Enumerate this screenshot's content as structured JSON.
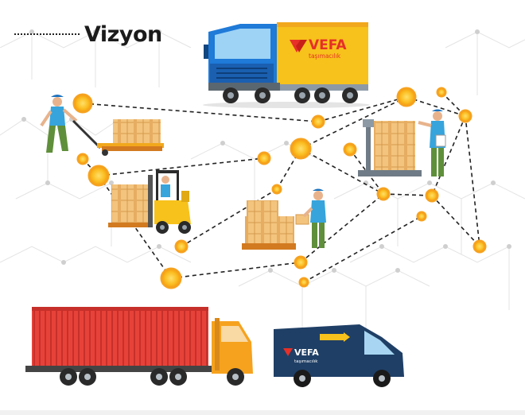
{
  "header": {
    "title": "Vizyon"
  },
  "brand": {
    "name": "VEFA",
    "tagline": "taşımacılık"
  },
  "colors": {
    "orange": "#f6a21e",
    "node_fill": "#fbc02d",
    "line": "#222222",
    "grid": "#e2e2e2",
    "truck_blue": "#1f7ad8",
    "truck_yellow": "#f7c21b",
    "container_red": "#e74239",
    "van_navy": "#1f3f66",
    "brand_red": "#e63028"
  }
}
